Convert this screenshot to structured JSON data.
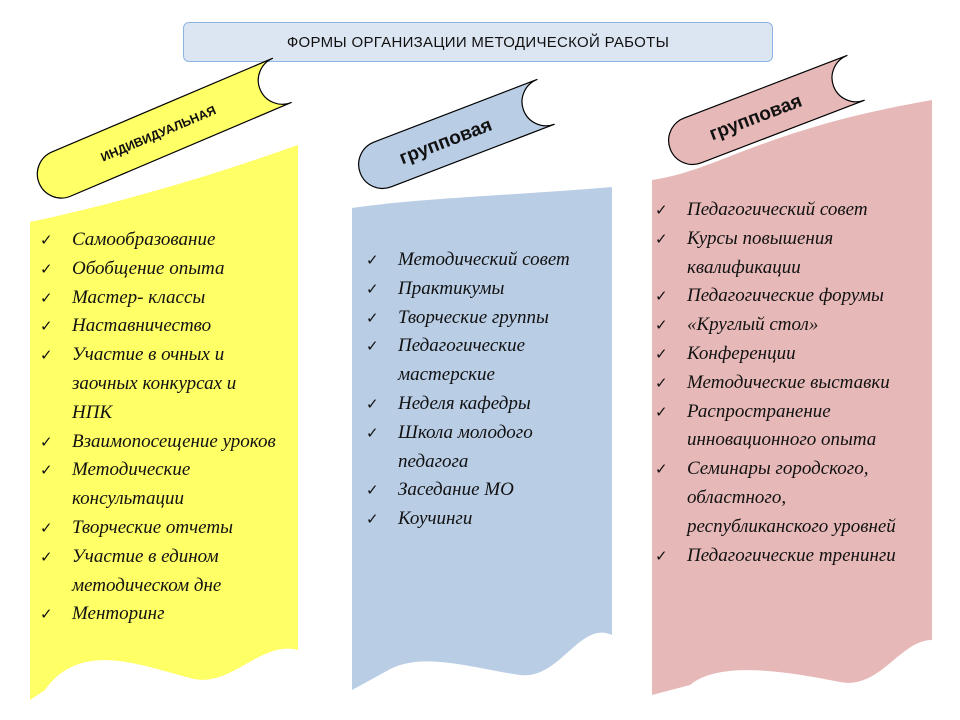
{
  "title": "ФОРМЫ ОРГАНИЗАЦИИ  МЕТОДИЧЕСКОЙ  РАБОТЫ",
  "colors": {
    "yellow": "#ffff66",
    "blue": "#b9cde5",
    "pink": "#e6b9b8",
    "title_fill": "#dce6f2"
  },
  "check_icon": "✓",
  "columns": [
    {
      "banner": "ИНДИВИДУАЛЬНАЯ",
      "items": [
        "Самообразование",
        "Обобщение опыта",
        "Мастер- классы",
        "Наставничество",
        "Участие в очных и заочных конкурсах и НПК",
        "Взаимопосещение уроков",
        "Методические консультации",
        "Творческие отчеты",
        "Участие в едином методическом дне",
        "Менторинг"
      ]
    },
    {
      "banner": "групповая",
      "items": [
        "Методический совет",
        "Практикумы",
        "Творческие группы",
        "Педагогические мастерские",
        "Неделя кафедры",
        "Школа молодого педагога",
        "Заседание МО",
        "Коучинги"
      ]
    },
    {
      "banner": "групповая",
      "items": [
        "Педагогический совет",
        "Курсы повышения квалификации",
        "Педагогические форумы",
        "«Круглый стол»",
        "Конференции",
        "Методические выставки",
        "Распространение инновационного опыта",
        "Семинары городского, областного, республиканского уровней",
        "Педагогические тренинги"
      ]
    }
  ]
}
